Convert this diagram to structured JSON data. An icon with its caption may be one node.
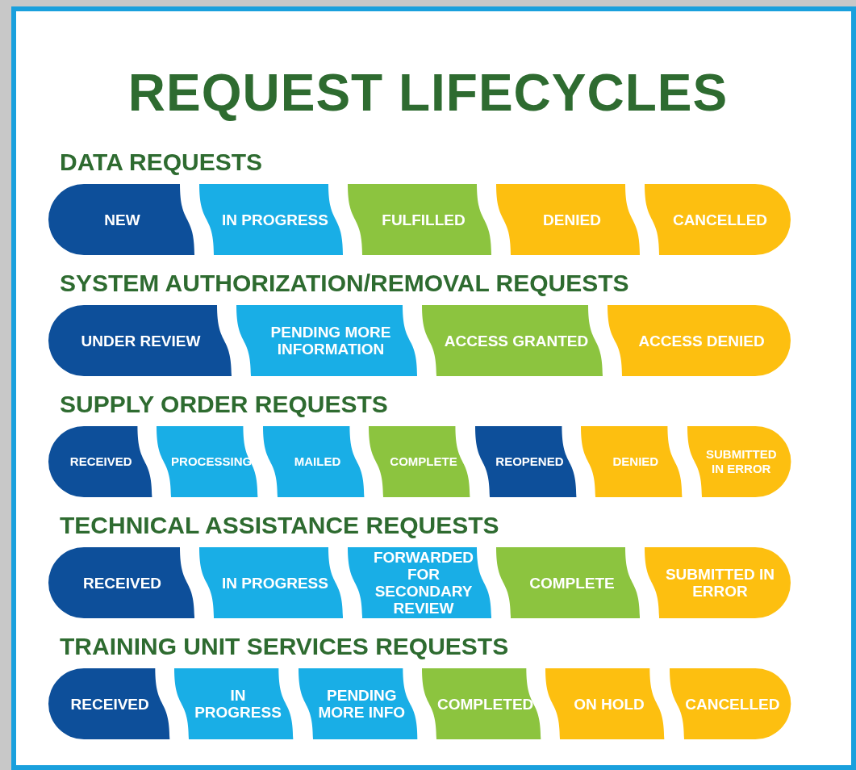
{
  "diagram": {
    "title": "REQUEST LIFECYCLES",
    "nodes": [
      {
        "text": [
          "NEW"
        ]
      },
      {
        "text": [
          "IN PROGRESS"
        ]
      },
      {
        "text": [
          "FULFILLED"
        ]
      },
      {
        "text": [
          "DENIED"
        ]
      },
      {
        "text": [
          "CANCELLED"
        ]
      },
      {
        "text": [
          "UNDER REVIEW"
        ]
      },
      {
        "text": [
          "PENDING MORE INFORMATION"
        ]
      },
      {
        "text": [
          "ACCESS GRANTED"
        ]
      },
      {
        "text": [
          "ACCESS DENIED"
        ]
      },
      {
        "text": [
          "RECEIVED"
        ]
      },
      {
        "text": [
          "PROCESSING"
        ]
      },
      {
        "text": [
          "MAILED"
        ]
      },
      {
        "text": [
          "COMPLETE"
        ]
      },
      {
        "text": [
          "REOPENED"
        ]
      },
      {
        "text": [
          "DENIED"
        ]
      },
      {
        "text": [
          "SUBMITTED IN ERROR"
        ]
      },
      {
        "text": [
          "RECEIVED"
        ]
      },
      {
        "text": [
          "IN PROGRESS"
        ]
      },
      {
        "text": [
          "FORWARDED FOR SECONDARY REVIEW"
        ]
      },
      {
        "text": [
          "COMPLETE"
        ]
      },
      {
        "text": [
          "SUBMITTED IN ERROR"
        ]
      },
      {
        "text": [
          "RECEIVED"
        ]
      },
      {
        "text": [
          "IN PROGRESS"
        ]
      },
      {
        "text": [
          "PENDING MORE INFO"
        ]
      },
      {
        "text": [
          "COMPLETED"
        ]
      },
      {
        "text": [
          "ON HOLD"
        ]
      },
      {
        "text": [
          "CANCELLED"
        ]
      }
    ],
    "edges": [],
    "labels": [
      "DATA REQUESTS",
      "SYSTEM AUTHORIZATION/REMOVAL REQUESTS",
      "SUPPLY ORDER REQUESTS",
      "TECHNICAL ASSISTANCE REQUESTS",
      "TRAINING UNIT SERVICES REQUESTS"
    ]
  }
}
